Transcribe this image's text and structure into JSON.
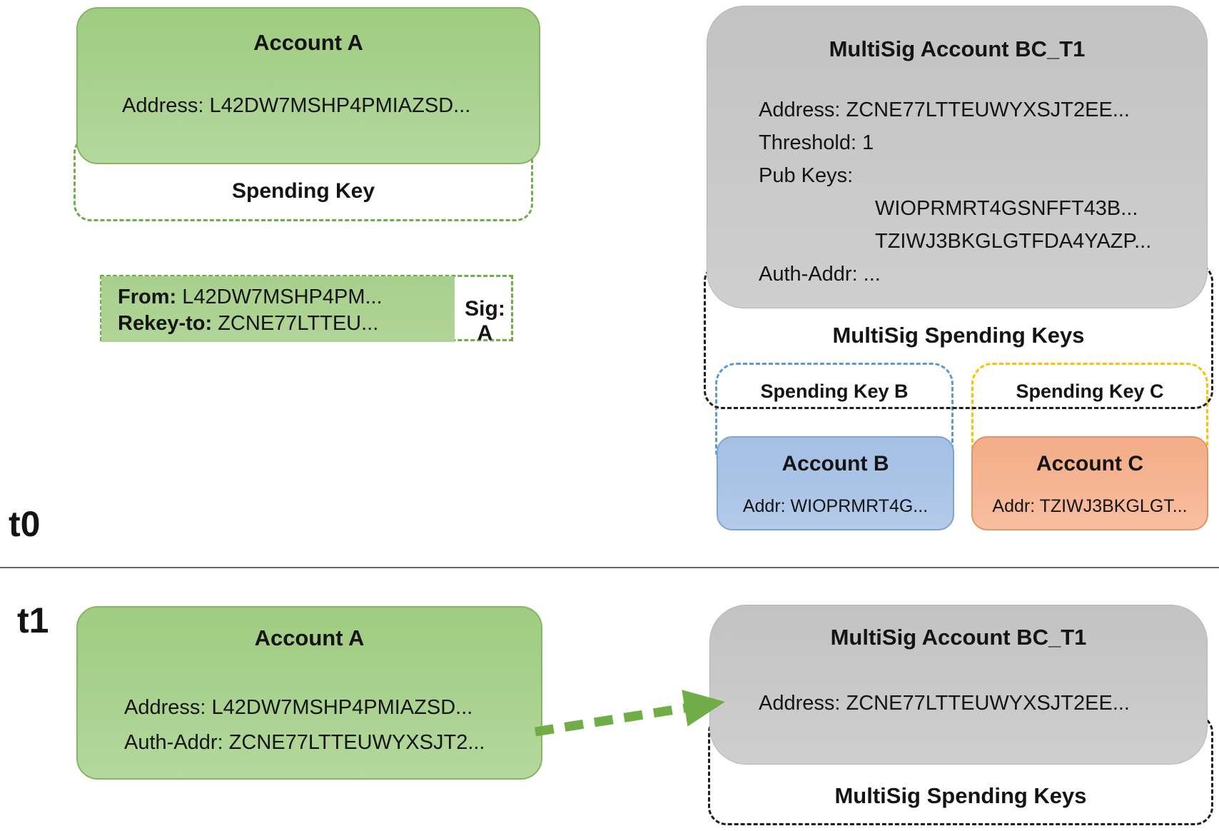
{
  "diagram": {
    "timeline": {
      "t0_label": "t0",
      "t1_label": "t1"
    },
    "t0": {
      "account_a": {
        "title": "Account A",
        "address": "Address: L42DW7MSHP4PMIAZSD...",
        "spending_key_label": "Spending Key"
      },
      "transaction": {
        "from_label": "From:",
        "from_value": "L42DW7MSHP4PM...",
        "rekey_label": "Rekey-to:",
        "rekey_value": "ZCNE77LTTEU...",
        "sig_label": "Sig: A"
      },
      "multisig": {
        "title": "MultiSig Account BC_T1",
        "address": "Address: ZCNE77LTTEUWYXSJT2EE...",
        "threshold": "Threshold: 1",
        "pub_keys_label": "Pub Keys:",
        "pub_keys": [
          "WIOPRMRT4GSNFFT43B...",
          "TZIWJ3BKGLGTFDA4YAZP..."
        ],
        "auth_addr": "Auth-Addr: ...",
        "spending_keys_label": "MultiSig Spending Keys"
      },
      "spending_key_b_label": "Spending Key B",
      "spending_key_c_label": "Spending Key C",
      "account_b": {
        "title": "Account B",
        "addr": "Addr: WIOPRMRT4G..."
      },
      "account_c": {
        "title": "Account C",
        "addr": "Addr: TZIWJ3BKGLGT..."
      }
    },
    "t1": {
      "account_a": {
        "title": "Account A",
        "address": "Address: L42DW7MSHP4PMIAZSD...",
        "auth_addr": "Auth-Addr: ZCNE77LTTEUWYXSJT2..."
      },
      "multisig": {
        "title": "MultiSig Account BC_T1",
        "address": "Address: ZCNE77LTTEUWYXSJT2EE...",
        "spending_keys_label": "MultiSig Spending Keys"
      }
    },
    "colors": {
      "account_green": "#a9d18e",
      "green_dash": "#70ad47",
      "multisig_gray": "#c9c9c9",
      "account_blue": "#aac4e6",
      "blue_dash": "#5b9bd5",
      "account_orange": "#f5b493",
      "orange_dash": "#ffc000",
      "black_dash": "#1d1d1d",
      "arrow_green": "#70ad47"
    }
  }
}
